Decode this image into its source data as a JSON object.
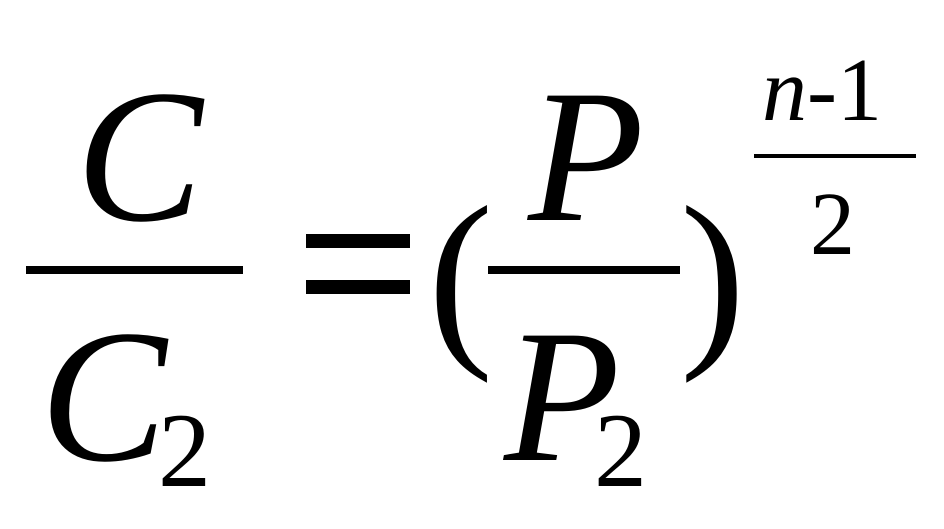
{
  "equation": {
    "left_numerator": "C",
    "left_denominator": "C",
    "left_denominator_subscript": "2",
    "equals": "=",
    "open_paren": "(",
    "right_numerator": "P",
    "right_denominator": "P",
    "right_denominator_subscript": "2",
    "close_paren": ")",
    "exponent_numerator": "n-1",
    "exponent_denominator": "2"
  }
}
